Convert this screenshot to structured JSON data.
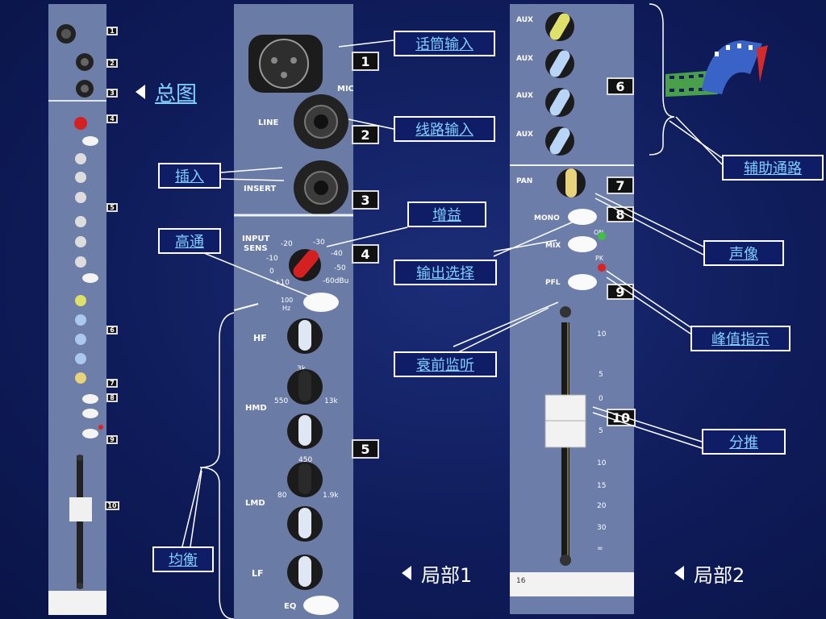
{
  "nav": {
    "overview": "总图",
    "part1": "局部1",
    "part2": "局部2"
  },
  "callouts": {
    "mic_input": "话筒输入",
    "line_input": "线路输入",
    "insert": "插入",
    "gain": "增益",
    "high_pass": "高通",
    "output_select": "输出选择",
    "eq": "均衡",
    "pfl": "衰前监听",
    "aux": "辅助通路",
    "pan": "声像",
    "peak": "峰值指示",
    "fader": "分推"
  },
  "strip": {
    "labels": {
      "mic": "MIC",
      "line": "LINE",
      "insert": "INSERT",
      "input_sens_1": "INPUT",
      "input_sens_2": "SENS",
      "hp": "100",
      "hp_unit": "Hz",
      "hf": "HF",
      "hmd": "HMD",
      "lmd": "LMD",
      "lf": "LF",
      "eq": "EQ",
      "aux1": "AUX",
      "aux2": "AUX",
      "aux3": "AUX",
      "aux4": "AUX",
      "pan": "PAN",
      "mono": "MONO",
      "mix": "MIX",
      "on": "ON",
      "pk": "PK",
      "pfl": "PFL",
      "channel": "16"
    },
    "sens_ticks": [
      "-20",
      "-30",
      "-10",
      "-40",
      "0",
      "-50",
      "+10",
      "-60dBu"
    ],
    "hmd_ticks": [
      "3k",
      "550",
      "13k"
    ],
    "lmd_ticks": [
      "450",
      "80",
      "1.9k"
    ],
    "fader_scale": [
      "10",
      "5",
      "0",
      "5",
      "10",
      "15",
      "20",
      "30",
      "∞"
    ],
    "section_numbers": [
      "1",
      "2",
      "3",
      "4",
      "5",
      "6",
      "7",
      "8",
      "9",
      "10"
    ]
  },
  "colors": {
    "background": "#0f1c5a",
    "callout_bg": "#0f1c66",
    "callout_text": "#7fd0ff",
    "strip": "#6a7ca6",
    "gain_knob": "#d42020",
    "aux1_knob": "#dfe06a",
    "pan_knob": "#e8d27a",
    "peak_led": "#e02020",
    "on_led": "#40c040"
  }
}
